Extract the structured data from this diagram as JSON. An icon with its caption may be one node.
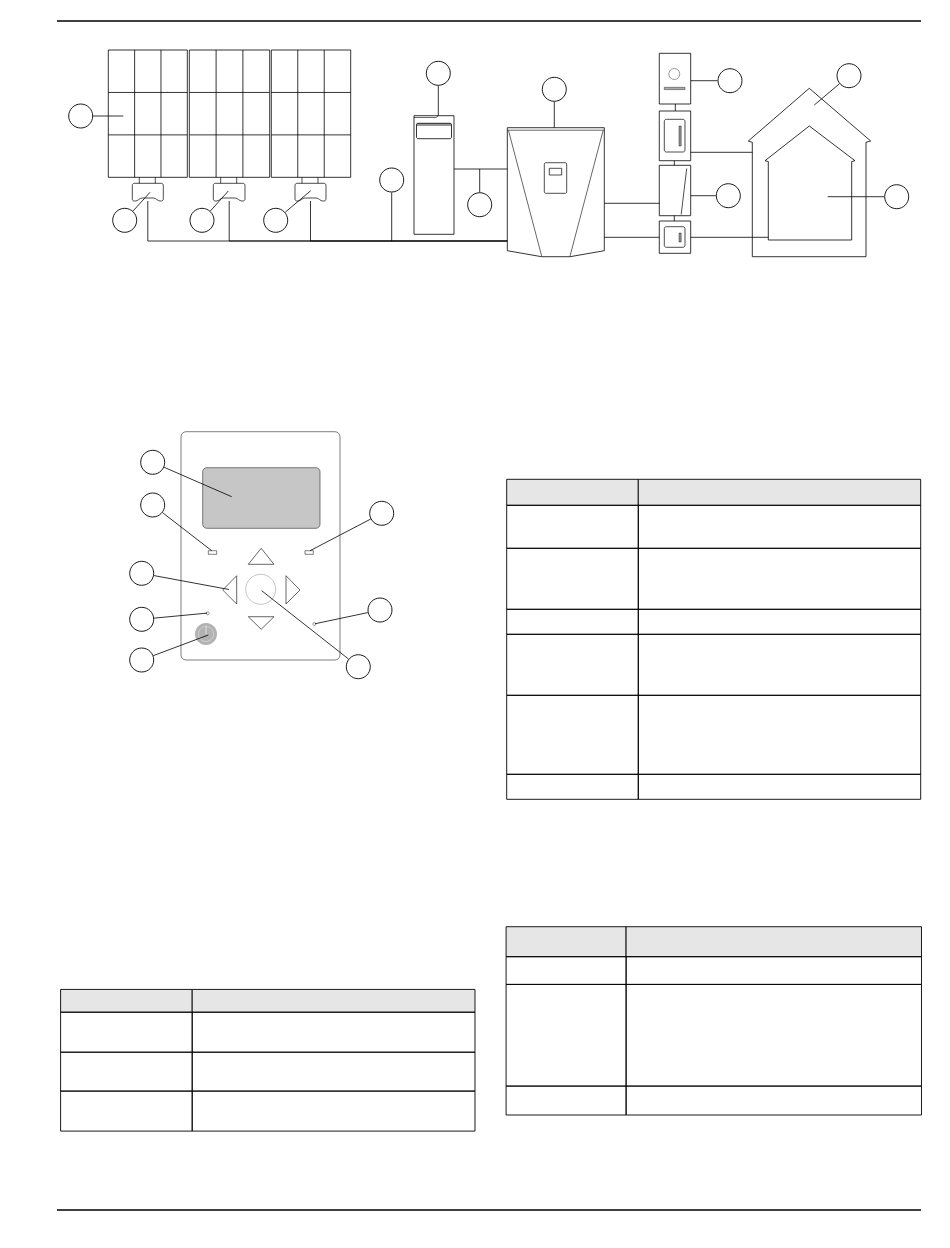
{
  "diagram": {
    "nodes": [
      {
        "text": [],
        "shape": "circle"
      },
      {
        "text": [],
        "shape": "picture"
      },
      {
        "text": [],
        "shape": "picture"
      },
      {
        "text": [],
        "shape": "picture"
      },
      {
        "text": [],
        "shape": "circle"
      },
      {
        "text": [],
        "shape": "picture"
      },
      {
        "text": [],
        "shape": "circle"
      },
      {
        "text": [],
        "shape": "picture"
      },
      {
        "text": [],
        "shape": "circle"
      },
      {
        "text": [],
        "shape": "picture"
      },
      {
        "text": [],
        "shape": "circle"
      },
      {
        "text": [],
        "shape": "circle"
      },
      {
        "text": [],
        "shape": "picture"
      },
      {
        "text": [],
        "shape": "circle"
      },
      {
        "text": [],
        "shape": "circle"
      },
      {
        "text": [],
        "shape": "picture"
      },
      {
        "text": [],
        "shape": "picture"
      },
      {
        "text": [],
        "shape": "circle"
      },
      {
        "text": [],
        "shape": "picture"
      },
      {
        "text": [],
        "shape": "picture"
      },
      {
        "text": [],
        "shape": "circle"
      },
      {
        "text": [],
        "shape": "picture"
      },
      {
        "text": [],
        "shape": "circle"
      },
      {
        "text": [],
        "shape": "picture"
      },
      {
        "text": [],
        "shape": "picture",
        "in": 23
      },
      {
        "text": [],
        "shape": "circle"
      },
      {
        "text": [],
        "shape": "box"
      },
      {
        "text": [],
        "shape": "circle"
      },
      {
        "text": [],
        "shape": "box",
        "in": 26
      },
      {
        "text": [],
        "shape": "circle"
      },
      {
        "text": [],
        "shape": "box",
        "in": 26
      },
      {
        "text": [],
        "shape": "box",
        "in": 26
      },
      {
        "text": [],
        "shape": "circle"
      },
      {
        "text": [],
        "shape": "triangle",
        "in": 26
      },
      {
        "text": [],
        "shape": "circle"
      },
      {
        "text": [],
        "shape": "triangle",
        "in": 26
      },
      {
        "text": [],
        "shape": "circle",
        "in": 26
      },
      {
        "text": [],
        "shape": "triangle",
        "in": 26
      },
      {
        "text": [],
        "shape": "circle"
      },
      {
        "text": [],
        "shape": "circle",
        "in": 26
      },
      {
        "text": [],
        "shape": "triangle",
        "in": 26
      },
      {
        "text": [],
        "shape": "circle",
        "in": 26
      },
      {
        "text": [],
        "shape": "circle"
      },
      {
        "text": [],
        "shape": "picture",
        "in": 26
      },
      {
        "text": [],
        "shape": "circle"
      },
      {
        "text": [],
        "shape": "circle"
      }
    ],
    "edges": [
      {
        "from": 0,
        "to": 1,
        "arrow": "none"
      },
      {
        "from": 4,
        "to": 5,
        "arrow": "none"
      },
      {
        "from": 6,
        "to": 7,
        "arrow": "none"
      },
      {
        "from": 8,
        "to": 9,
        "arrow": "none"
      },
      {
        "from": 10,
        "to": null,
        "arrow": "none"
      },
      {
        "from": 11,
        "to": 12,
        "arrow": "none"
      },
      {
        "from": 13,
        "to": null,
        "arrow": "none"
      },
      {
        "from": 14,
        "to": 15,
        "arrow": "none"
      },
      {
        "from": 17,
        "to": 16,
        "arrow": "none"
      },
      {
        "from": 20,
        "to": 19,
        "arrow": "none"
      },
      {
        "from": 22,
        "to": 23,
        "arrow": "none"
      },
      {
        "from": 25,
        "to": 24,
        "arrow": "none"
      },
      {
        "from": 27,
        "to": 28,
        "arrow": "none"
      },
      {
        "from": 29,
        "to": 30,
        "arrow": "none"
      },
      {
        "from": 32,
        "to": 31,
        "arrow": "none"
      },
      {
        "from": 34,
        "to": 35,
        "arrow": "none"
      },
      {
        "from": 38,
        "to": 39,
        "arrow": "none"
      },
      {
        "from": 42,
        "to": 41,
        "arrow": "none"
      },
      {
        "from": 44,
        "to": 43,
        "arrow": "none"
      },
      {
        "from": 45,
        "to": 36,
        "arrow": "none"
      },
      {
        "from": 5,
        "to": 15,
        "arrow": "none"
      },
      {
        "from": 7,
        "to": 15,
        "arrow": "none"
      },
      {
        "from": 9,
        "to": 15,
        "arrow": "none"
      },
      {
        "from": 12,
        "to": 15,
        "arrow": "none"
      },
      {
        "from": 15,
        "to": 19,
        "arrow": "none"
      },
      {
        "from": 15,
        "to": 21,
        "arrow": "none"
      },
      {
        "from": 16,
        "to": 18,
        "arrow": "none"
      },
      {
        "from": 18,
        "to": 19,
        "arrow": "none"
      },
      {
        "from": 19,
        "to": 21,
        "arrow": "none"
      },
      {
        "from": 18,
        "to": 23,
        "arrow": "none"
      },
      {
        "from": 21,
        "to": 24,
        "arrow": "none"
      }
    ]
  }
}
